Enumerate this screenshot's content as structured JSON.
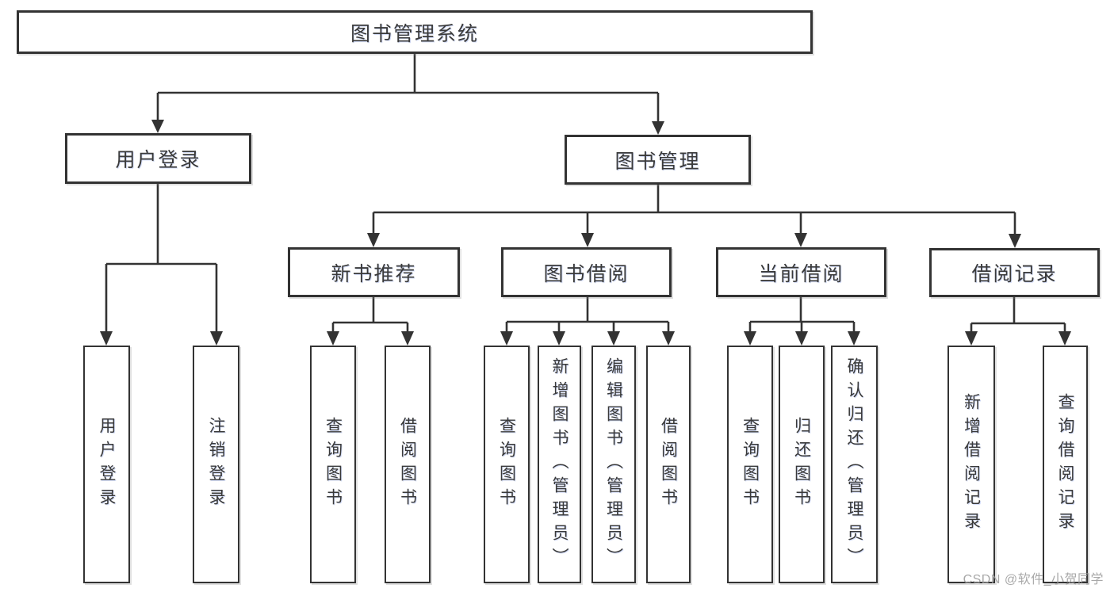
{
  "diagram": {
    "title": "图书管理系统",
    "root": {
      "label": "图书管理系统"
    },
    "level2": [
      {
        "label": "用户登录"
      },
      {
        "label": "图书管理"
      }
    ],
    "level3": [
      {
        "label": "新书推荐",
        "parent": "图书管理"
      },
      {
        "label": "图书借阅",
        "parent": "图书管理"
      },
      {
        "label": "当前借阅",
        "parent": "图书管理"
      },
      {
        "label": "借阅记录",
        "parent": "图书管理"
      }
    ],
    "leaves": [
      {
        "label": "用户登录",
        "parent": "用户登录"
      },
      {
        "label": "注销登录",
        "parent": "用户登录"
      },
      {
        "label": "查询图书",
        "parent": "新书推荐"
      },
      {
        "label": "借阅图书",
        "parent": "新书推荐"
      },
      {
        "label": "查询图书",
        "parent": "图书借阅"
      },
      {
        "label": "新增图书（管理员）",
        "parent": "图书借阅"
      },
      {
        "label": "编辑图书（管理员）",
        "parent": "图书借阅"
      },
      {
        "label": "借阅图书",
        "parent": "图书借阅"
      },
      {
        "label": "查询图书",
        "parent": "当前借阅"
      },
      {
        "label": "归还图书",
        "parent": "当前借阅"
      },
      {
        "label": "确认归还（管理员）",
        "parent": "当前借阅"
      },
      {
        "label": "新增借阅记录",
        "parent": "借阅记录"
      },
      {
        "label": "查询借阅记录",
        "parent": "借阅记录"
      }
    ],
    "colors": {
      "line": "#333333",
      "text": "#3a3a3a",
      "background": "#ffffff",
      "watermark": "#9f9f9f"
    },
    "watermark": {
      "text": "CSDN @软件_小贺同学"
    }
  }
}
